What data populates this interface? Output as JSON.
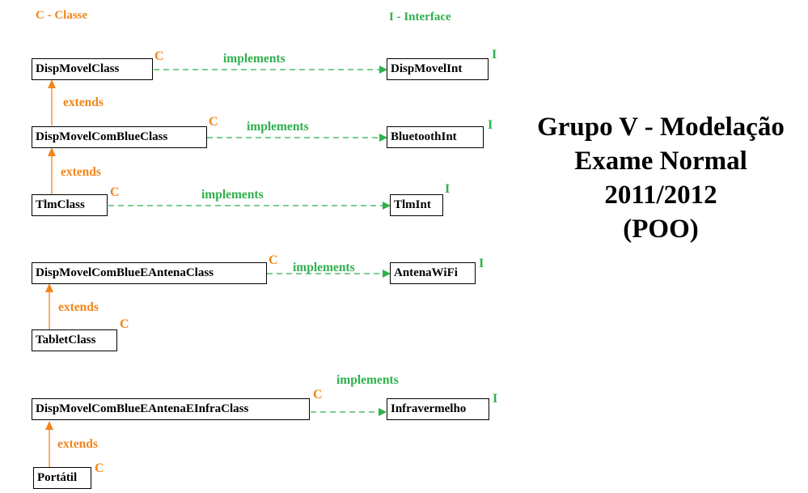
{
  "colors": {
    "class": "#f0861c",
    "interface": "#2fb04e",
    "text": "#000000"
  },
  "legend": {
    "class": "C - Classe",
    "interface": "I - Interface"
  },
  "badges": {
    "class": "C",
    "interface": "I"
  },
  "relations": {
    "implements": "implements",
    "extends": "extends"
  },
  "classes": {
    "disp_movel": "DispMovelClass",
    "disp_movel_blue": "DispMovelComBlueClass",
    "tlm": "TlmClass",
    "disp_blue_antena": "DispMovelComBlueEAntenaClass",
    "tablet": "TabletClass",
    "disp_blue_antena_infra": "DispMovelComBlueEAntenaEInfraClass",
    "portatil": "Portátil"
  },
  "interfaces": {
    "disp_movel_int": "DispMovelInt",
    "bluetooth_int": "BluetoothInt",
    "tlm_int": "TlmInt",
    "antena_wifi": "AntenaWiFi",
    "infravermelho": "Infravermelho"
  },
  "title": {
    "line1": "Grupo V - Modelação",
    "line2": "Exame Normal",
    "line3": "2011/2012",
    "line4": "(POO)"
  }
}
